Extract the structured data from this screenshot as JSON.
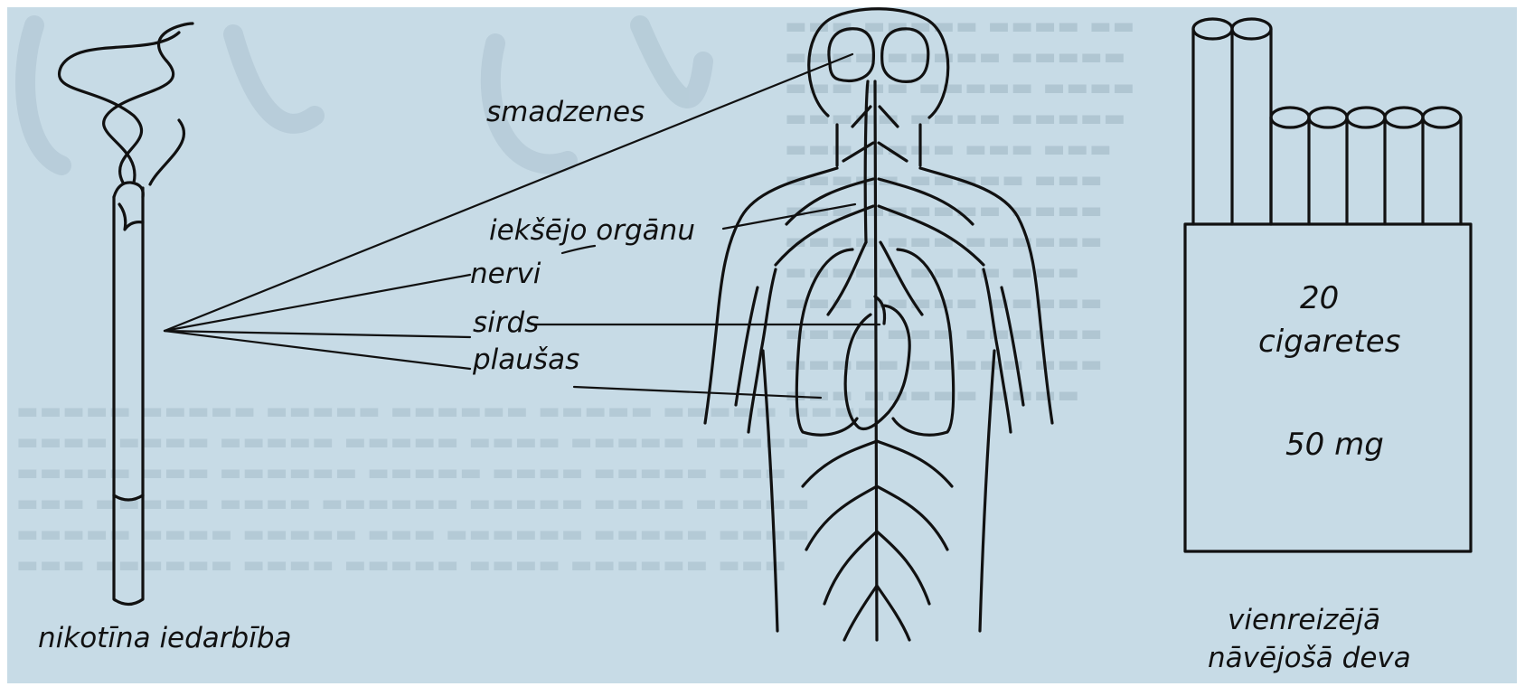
{
  "figure": {
    "background_color": "#c7dbe6",
    "ink_color": "#111111"
  },
  "labels": {
    "smadzenes": "smadzenes",
    "ieksejo_organu": "iekšējo orgānu",
    "nervi": "nervi",
    "sirds": "sirds",
    "plausas": "plaušas",
    "cigarette_caption": "nikotīna iedarbība",
    "pack_count": "20",
    "pack_unit": "cigaretes",
    "pack_dose": "50 mg",
    "pack_caption_line1": "vienreizējā",
    "pack_caption_line2": "nāvējošā deva"
  }
}
